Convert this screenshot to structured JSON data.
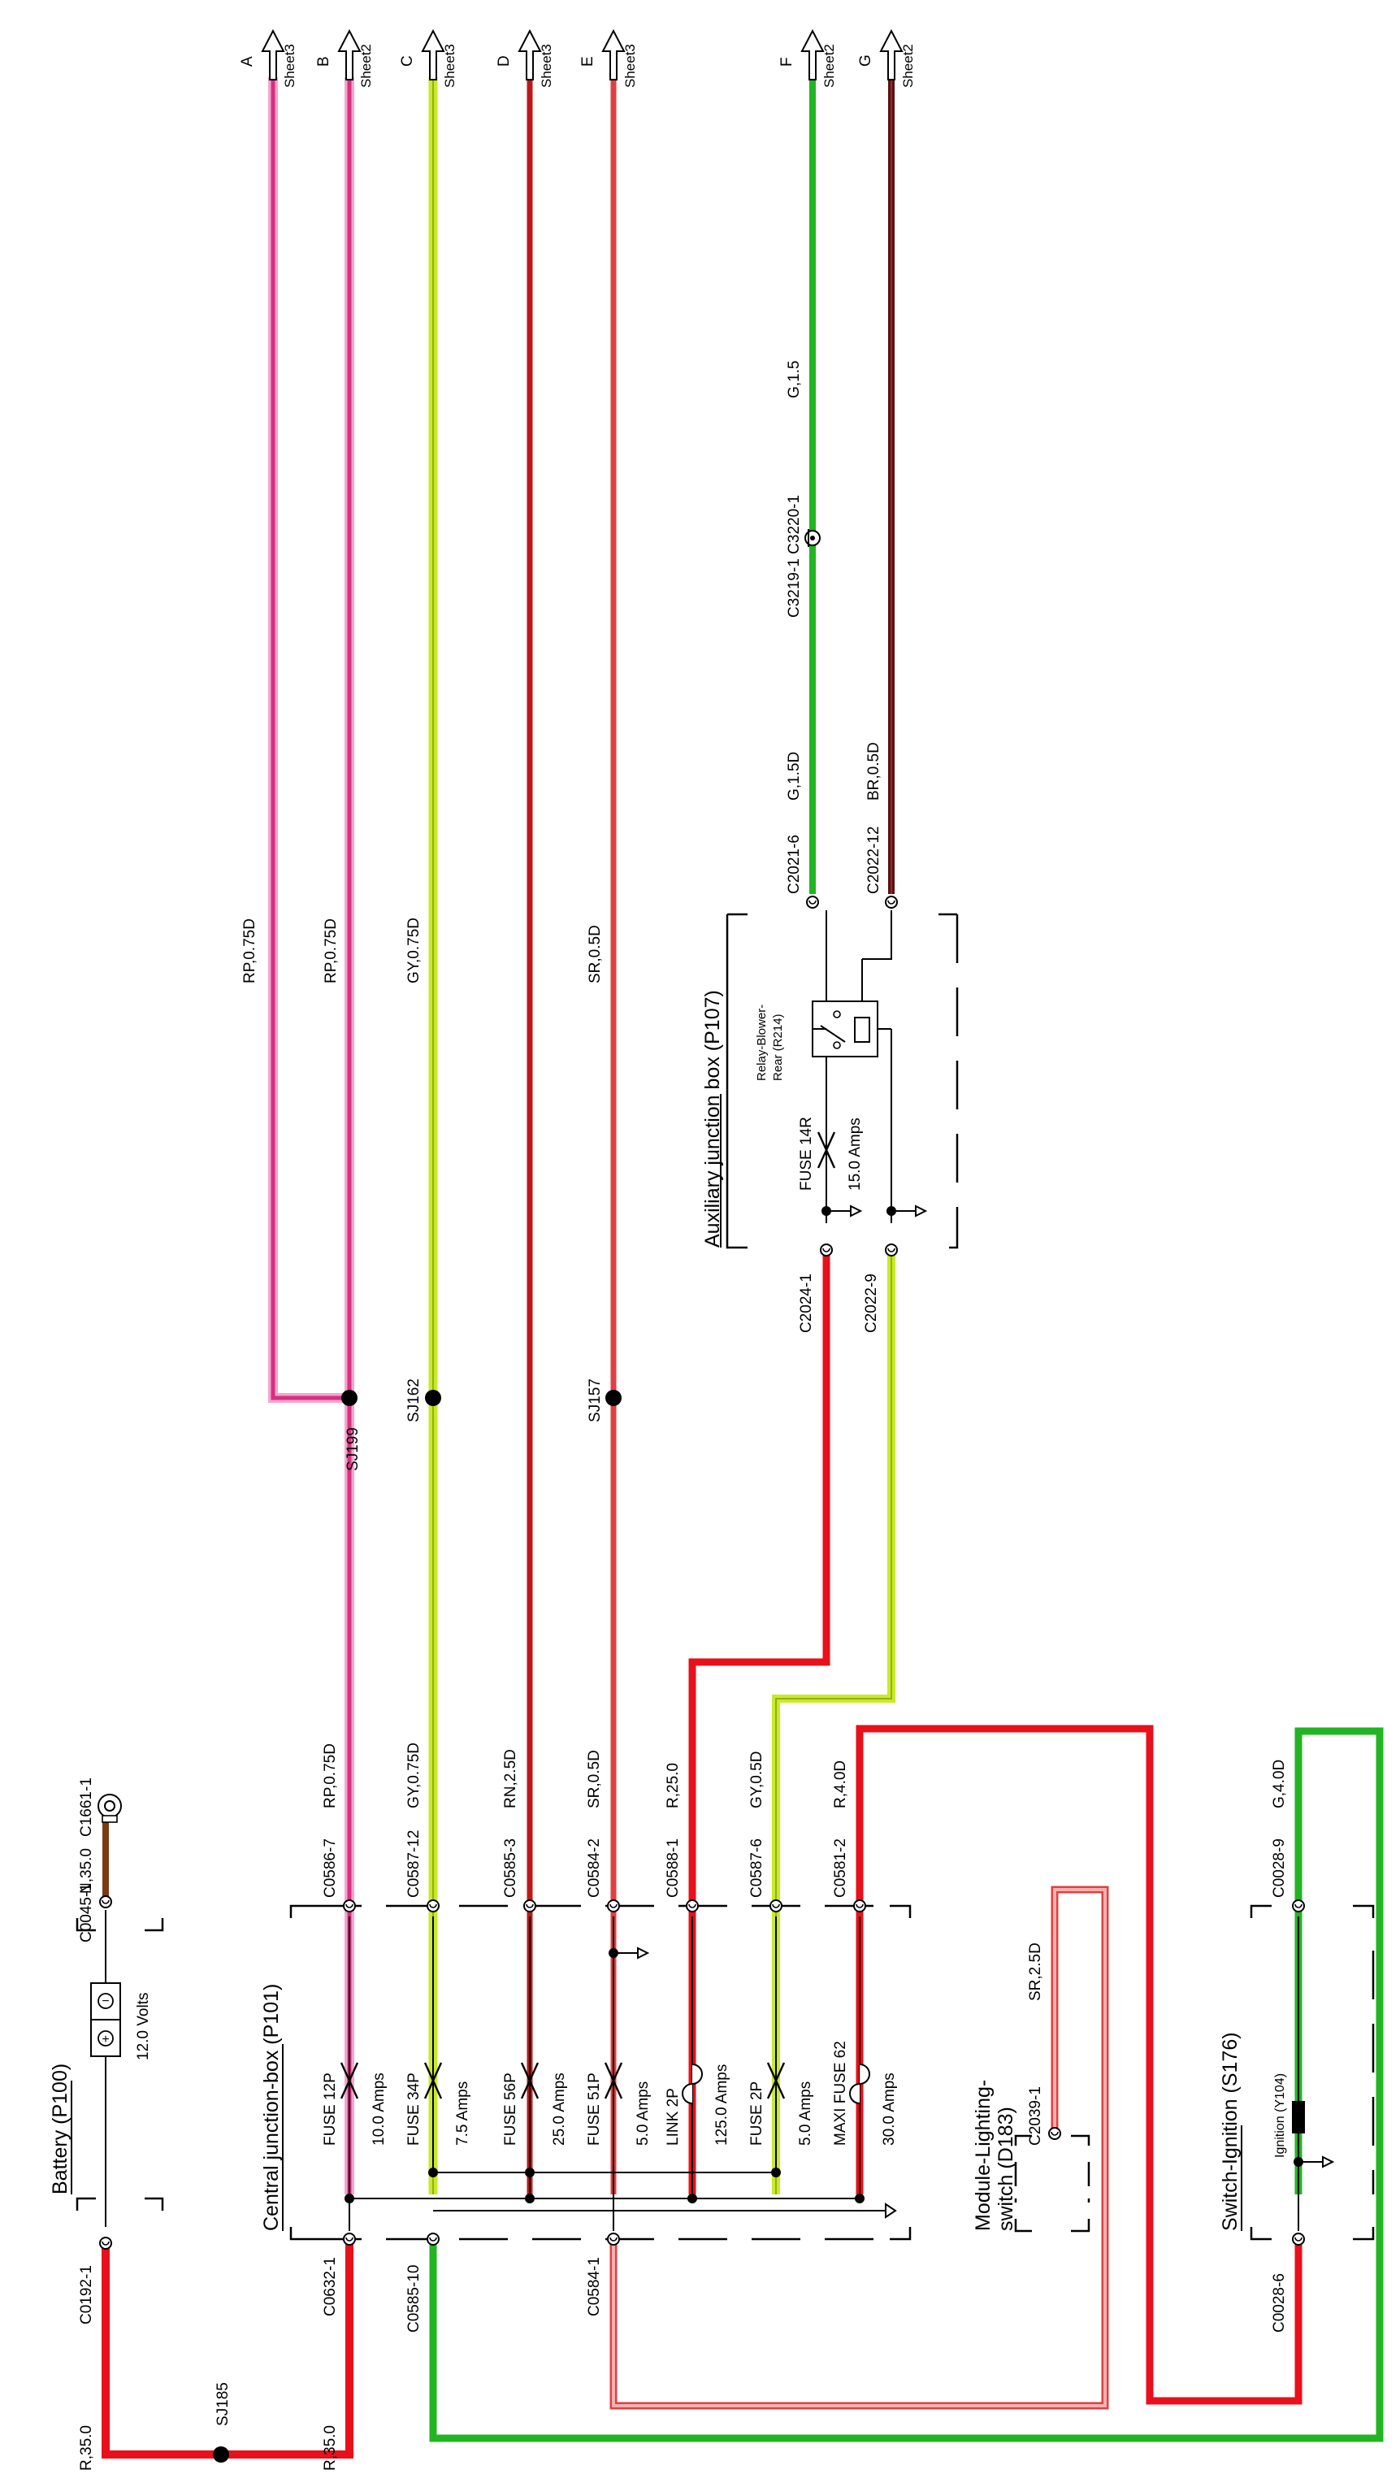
{
  "colors": {
    "red": "#e8101a",
    "dark_red": "#c01818",
    "pink": "#e0389a",
    "pink_light": "#f3a5cf",
    "green": "#22b522",
    "yellow_green": "#c8ea2a",
    "brown": "#7a3b10",
    "dark_brown": "#5c1010",
    "sr_red": "#e04040",
    "sr_light": "#f2b0b0"
  },
  "offsheet": {
    "A": {
      "letter": "A",
      "sheet": "Sheet3"
    },
    "B": {
      "letter": "B",
      "sheet": "Sheet2"
    },
    "C": {
      "letter": "C",
      "sheet": "Sheet3"
    },
    "D": {
      "letter": "D",
      "sheet": "Sheet3"
    },
    "E": {
      "letter": "E",
      "sheet": "Sheet3"
    },
    "F": {
      "letter": "F",
      "sheet": "Sheet2"
    },
    "G": {
      "letter": "G",
      "sheet": "Sheet2"
    }
  },
  "wires_top": {
    "rp1": "RP,0.75D",
    "rp2": "RP,0.75D",
    "gy": "GY,0.75D",
    "sr": "SR,0.5D",
    "g15": "G,1.5",
    "g15d": "G,1.5D",
    "br": "BR,0.5D"
  },
  "splices": {
    "sj199": "SJ199",
    "sj162": "SJ162",
    "sj157": "SJ157",
    "sj185": "SJ185"
  },
  "aux_box": {
    "title": "Auxiliary junction box (P107)",
    "relay_line1": "Relay-Blower-",
    "relay_line2": "Rear (R214)",
    "fuse": "FUSE 14R",
    "fuse_amps": "15.0 Amps",
    "c2024_1": "C2024-1",
    "c2022_9": "C2022-9",
    "c2021_6": "C2021-6",
    "c2022_12": "C2022-12"
  },
  "inline_conn": "C3219-1 C3220-1",
  "battery": {
    "title": "Battery (P100)",
    "volts": "12.0 Volts",
    "c0192": "C0192-1",
    "c0045": "C0045-1",
    "wire_n": "N,35.0",
    "c1661": "C1661-1",
    "wire_r35": "R,35.0"
  },
  "cjb": {
    "title": "Central junction-box (P101)",
    "c0632": "C0632-1",
    "c0585_10": "C0585-10",
    "c0584_1": "C0584-1",
    "wire_r35": "R,35.0",
    "fuses": [
      {
        "name": "FUSE 12P",
        "amps": "10.0 Amps",
        "conn": "C0586-7",
        "wire": "RP,0.75D"
      },
      {
        "name": "FUSE 34P",
        "amps": "7.5 Amps",
        "conn": "C0587-12",
        "wire": "GY,0.75D"
      },
      {
        "name": "FUSE 56P",
        "amps": "25.0 Amps",
        "conn": "C0585-3",
        "wire": "RN,2.5D"
      },
      {
        "name": "FUSE 51P",
        "amps": "5.0 Amps",
        "conn": "C0584-2",
        "wire": "SR,0.5D"
      },
      {
        "name": "LINK 2P",
        "amps": "125.0 Amps",
        "conn": "C0588-1",
        "wire": "R,25.0"
      },
      {
        "name": "FUSE 2P",
        "amps": "5.0 Amps",
        "conn": "C0587-6",
        "wire": "GY,0.5D"
      },
      {
        "name": "MAXI FUSE 62",
        "amps": "30.0 Amps",
        "conn": "C0581-2",
        "wire": "R,4.0D"
      }
    ]
  },
  "module": {
    "title1": "Module-Lighting-",
    "title2": "switch (D183)",
    "conn": "C2039-1",
    "wire": "SR,2.5D"
  },
  "switch": {
    "title": "Switch-Ignition (S176)",
    "ign": "Ignition (Y104)",
    "c0028_9": "C0028-9",
    "c0028_6": "C0028-6",
    "wire": "G,4.0D"
  }
}
